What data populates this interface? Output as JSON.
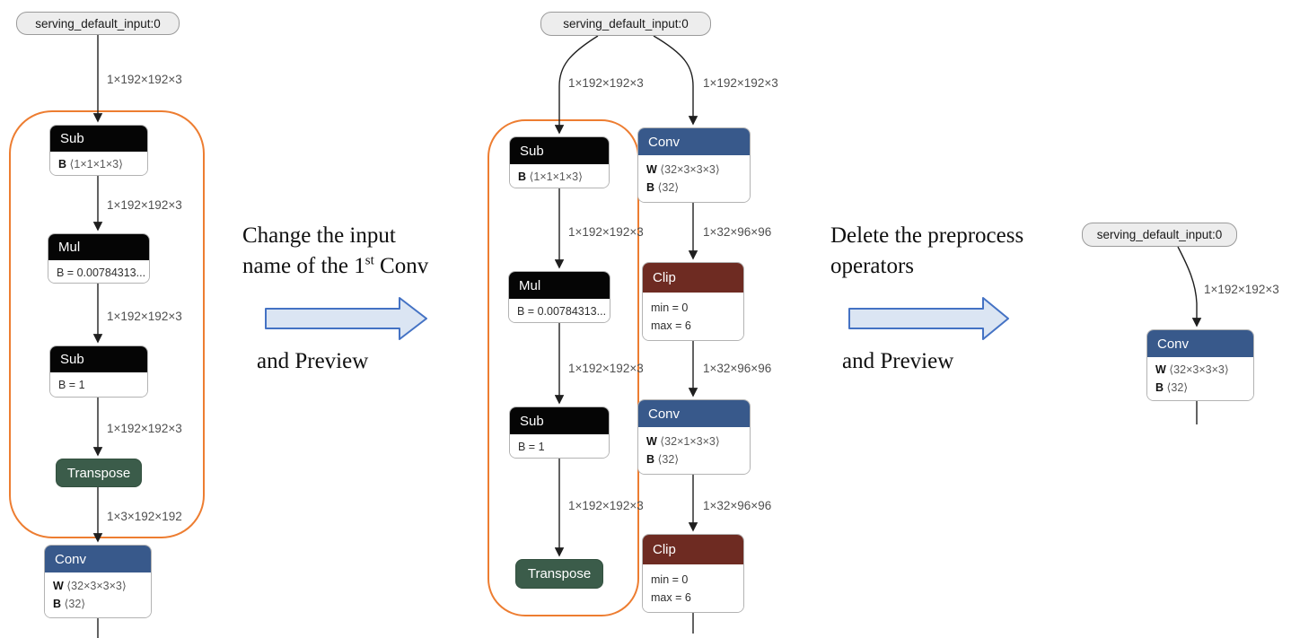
{
  "colors": {
    "conv_header": "#38598b",
    "clip_header": "#6e2b22",
    "black_header": "#050505",
    "transpose_bg": "#3b5c4a",
    "highlight_box": "#ed7d31",
    "big_arrow_fill": "#dbe5f3",
    "big_arrow_stroke": "#4472c4",
    "input_pill_bg": "#ededed"
  },
  "annotations": {
    "step1": {
      "line1": "Change the input",
      "line2_pre": "name of the 1",
      "line2_sup": "st",
      "line2_post": " Conv",
      "line3": "and Preview"
    },
    "step2": {
      "line1": "Delete the preprocess",
      "line2": "operators",
      "line3": "and Preview"
    }
  },
  "left_graph": {
    "input": "serving_default_input:0",
    "edge_labels": [
      "1×192×192×3",
      "1×192×192×3",
      "1×192×192×3",
      "1×192×192×3",
      "1×3×192×192"
    ],
    "nodes": {
      "sub1": {
        "title": "Sub",
        "param_key": "B",
        "param_val": "⟨1×1×1×3⟩"
      },
      "mul": {
        "title": "Mul",
        "attr": "B = 0.00784313..."
      },
      "sub2": {
        "title": "Sub",
        "attr": "B = 1"
      },
      "transpose": {
        "title": "Transpose"
      },
      "conv": {
        "title": "Conv",
        "w_key": "W",
        "w_val": "⟨32×3×3×3⟩",
        "b_key": "B",
        "b_val": "⟨32⟩"
      }
    }
  },
  "middle_graph": {
    "input": "serving_default_input:0",
    "left_branch": {
      "edge_labels": [
        "1×192×192×3",
        "1×192×192×3",
        "1×192×192×3",
        "1×192×192×3"
      ],
      "nodes": {
        "sub1": {
          "title": "Sub",
          "param_key": "B",
          "param_val": "⟨1×1×1×3⟩"
        },
        "mul": {
          "title": "Mul",
          "attr": "B = 0.00784313..."
        },
        "sub2": {
          "title": "Sub",
          "attr": "B = 1"
        },
        "transpose": {
          "title": "Transpose"
        }
      }
    },
    "right_branch": {
      "edge_labels": [
        "1×192×192×3",
        "1×32×96×96",
        "1×32×96×96",
        "1×32×96×96"
      ],
      "nodes": {
        "conv1": {
          "title": "Conv",
          "w_key": "W",
          "w_val": "⟨32×3×3×3⟩",
          "b_key": "B",
          "b_val": "⟨32⟩"
        },
        "clip1": {
          "title": "Clip",
          "attr1": "min = 0",
          "attr2": "max = 6"
        },
        "conv2": {
          "title": "Conv",
          "w_key": "W",
          "w_val": "⟨32×1×3×3⟩",
          "b_key": "B",
          "b_val": "⟨32⟩"
        },
        "clip2": {
          "title": "Clip",
          "attr1": "min = 0",
          "attr2": "max = 6"
        }
      }
    }
  },
  "right_graph": {
    "input": "serving_default_input:0",
    "edge_label": "1×192×192×3",
    "nodes": {
      "conv": {
        "title": "Conv",
        "w_key": "W",
        "w_val": "⟨32×3×3×3⟩",
        "b_key": "B",
        "b_val": "⟨32⟩"
      }
    }
  }
}
